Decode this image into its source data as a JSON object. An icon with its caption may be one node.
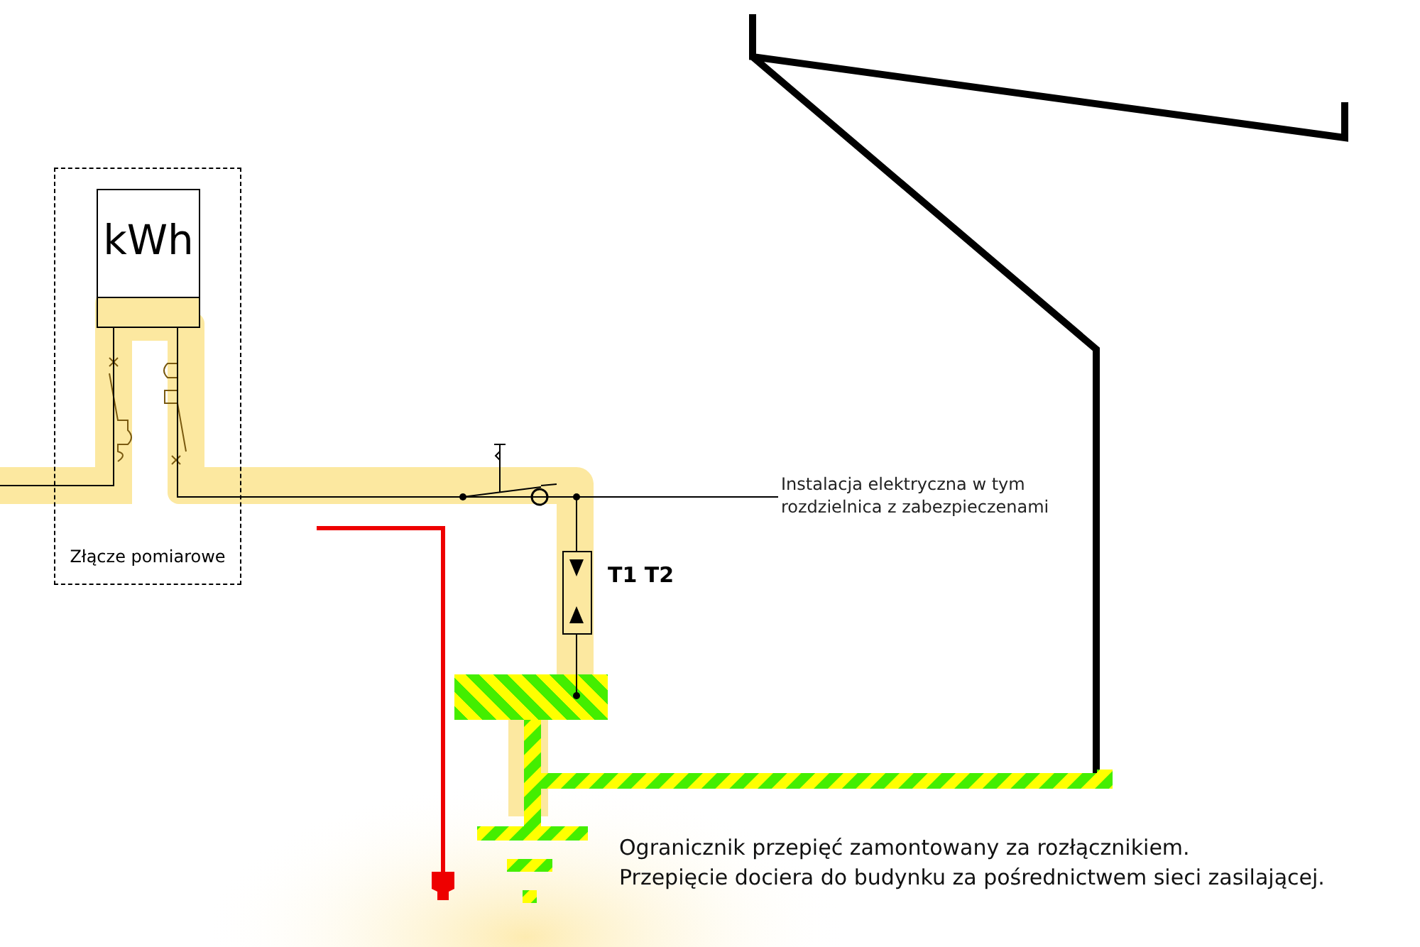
{
  "diagram": {
    "nodes": [
      {
        "text": [
          "Złącze pomiarowe"
        ]
      },
      {
        "text": [
          "kWh"
        ],
        "in": 0
      },
      {
        "text": [],
        "shape": "box",
        "beside": [
          "T1 T2"
        ]
      },
      {
        "text": [],
        "shape": "bar"
      },
      {
        "text": [
          "Instalacja elektryczna w tym rozdzielnica z zabezpieczenami"
        ]
      }
    ],
    "edges": [
      {
        "from": null,
        "to": 1,
        "arrow": "none"
      },
      {
        "from": 1,
        "to": 2,
        "arrow": "none"
      },
      {
        "from": null,
        "to": 4,
        "arrow": "other"
      },
      {
        "from": 2,
        "to": 3,
        "arrow": "other"
      }
    ],
    "labels": [
      "Ogranicznik przepięć zamontowany za rozłącznikiem.",
      "Przepięcie dociera do budynku za pośrednictwem sieci zasilającej."
    ]
  }
}
